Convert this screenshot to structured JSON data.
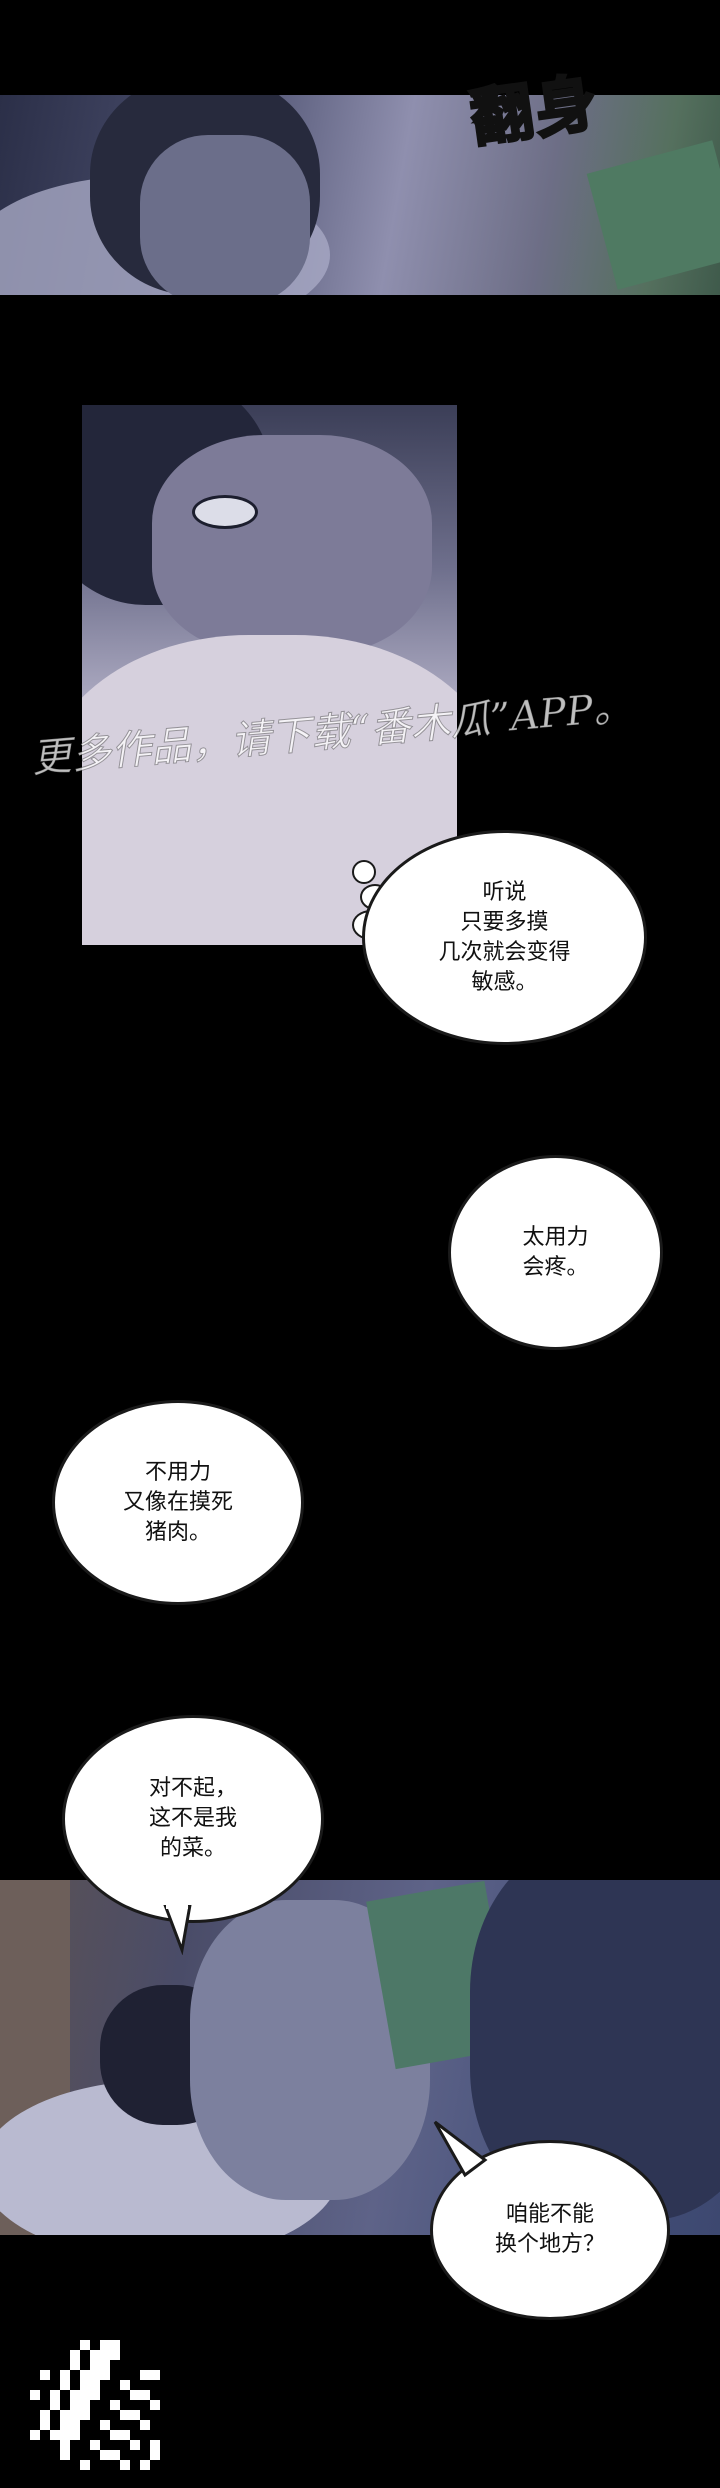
{
  "sound_effect": "翻身",
  "watermark": "更多作品，请下载“番木瓜”APP。",
  "bubbles": {
    "b1": "听说\n只要多摸\n几次就会变得\n敏感。",
    "b2": "太用力\n会疼。",
    "b3": "不用力\n又像在摸死\n猪肉。",
    "b4": "对不起，\n这不是我\n的菜。",
    "b5": "咱能不能\n换个地方？"
  },
  "colors": {
    "background": "#000000",
    "panel_dark": "#3a3f5a",
    "panel_light": "#c9c7d8",
    "bubble": "#ffffff"
  }
}
